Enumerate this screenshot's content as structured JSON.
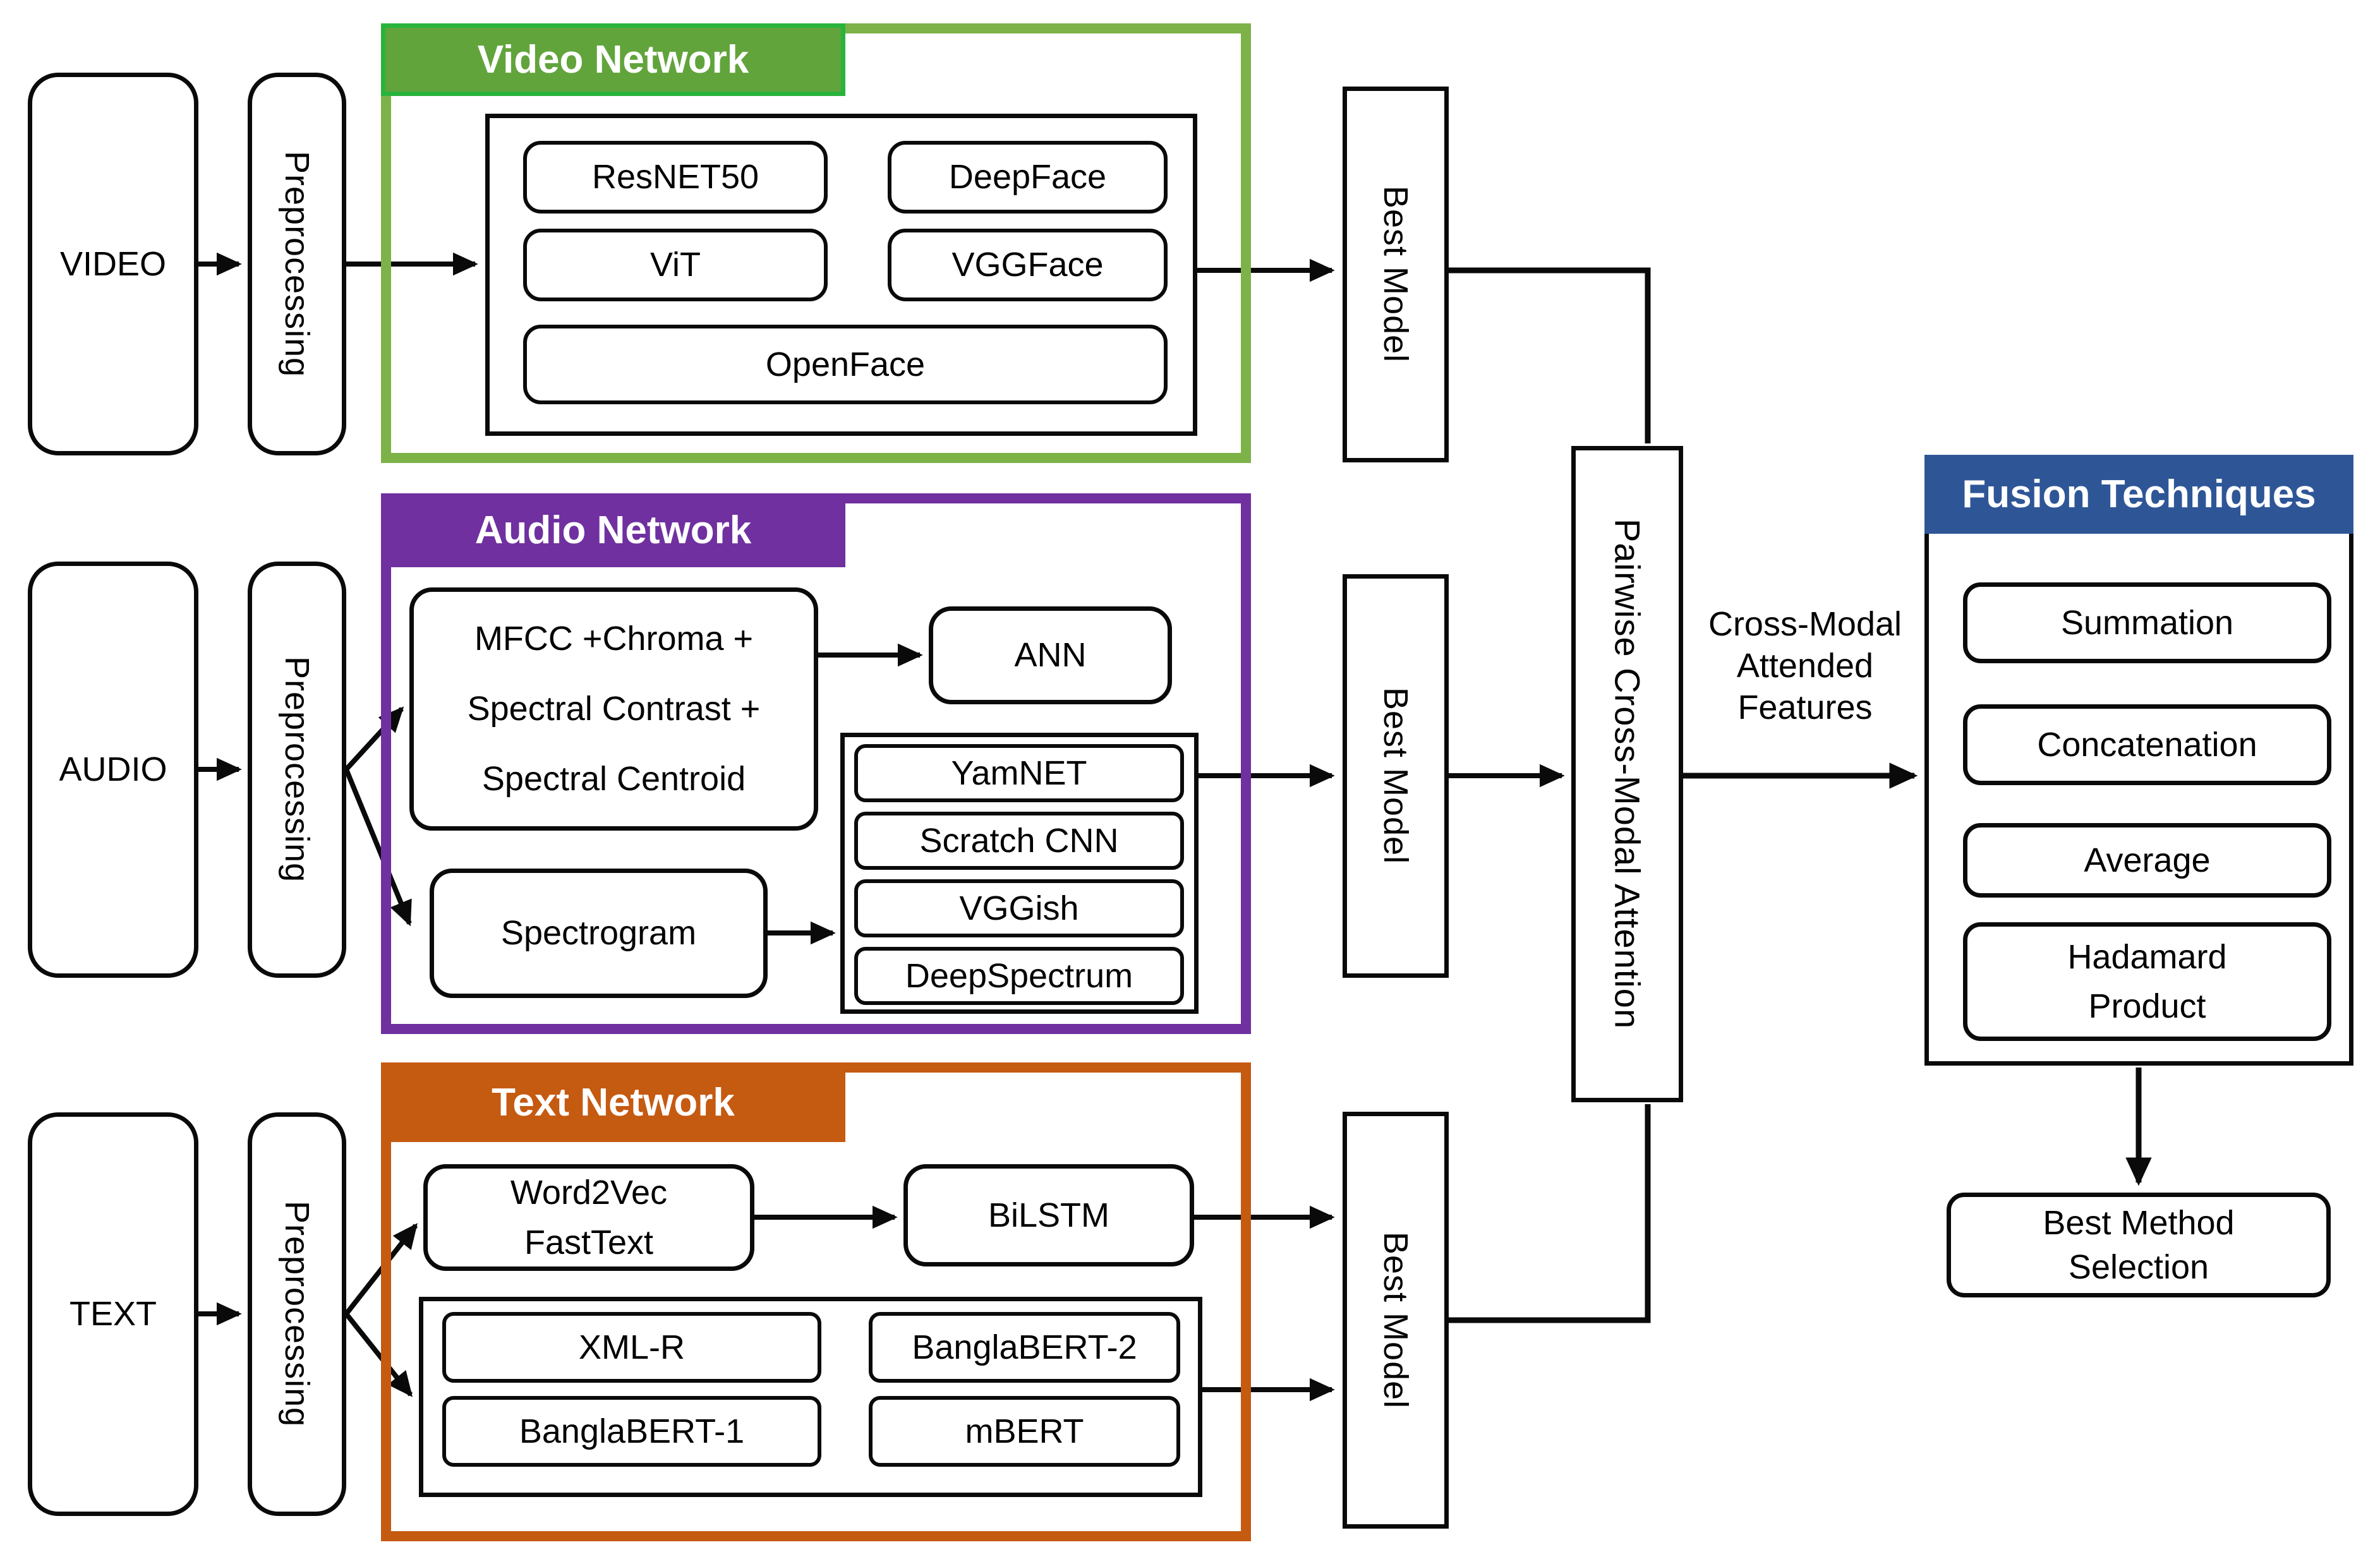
{
  "colors": {
    "green_border": "#7db249",
    "green_fill": "#61a43c",
    "green_accent": "#28b43c",
    "purple": "#7030a0",
    "orange": "#c55a11",
    "blue": "#2e5697",
    "line": "#0a0a0a"
  },
  "video_row": {
    "input": "VIDEO",
    "preprocessing": "Preprocessing",
    "title": "Video Network",
    "models": [
      "ResNET50",
      "DeepFace",
      "ViT",
      "VGGFace",
      "OpenFace"
    ],
    "best_model": "Best Model"
  },
  "audio_row": {
    "input": "AUDIO",
    "preprocessing": "Preprocessing",
    "title": "Audio Network",
    "handcrafted_features": [
      "MFCC +Chroma +",
      "Spectral Contrast +",
      "Spectral Centroid"
    ],
    "ann": "ANN",
    "spectrogram": "Spectrogram",
    "spectrogram_models": [
      "YamNET",
      "Scratch CNN",
      "VGGish",
      "DeepSpectrum"
    ],
    "best_model": "Best Model"
  },
  "text_row": {
    "input": "TEXT",
    "preprocessing": "Preprocessing",
    "title": "Text Network",
    "embeddings": [
      "Word2Vec",
      "FastText"
    ],
    "bilstm": "BiLSTM",
    "transformers": [
      "XML-R",
      "BanglaBERT-2",
      "BanglaBERT-1",
      "mBERT"
    ],
    "best_model": "Best Model"
  },
  "fusion": {
    "attention": "Pairwise Cross-Modal Attention",
    "attended_features": "Cross-Modal Attended Features",
    "title": "Fusion Techniques",
    "techniques": [
      "Summation",
      "Concatenation",
      "Average",
      "Hadamard Product"
    ],
    "best_method": "Best Method Selection"
  }
}
